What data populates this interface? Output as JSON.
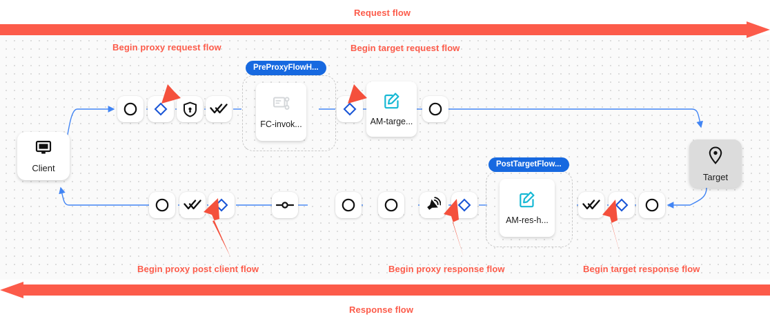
{
  "banners": {
    "top": {
      "label": "Request flow",
      "direction": "right",
      "color": "#fc5b4a"
    },
    "bottom": {
      "label": "Response flow",
      "direction": "left",
      "color": "#fc5b4a"
    }
  },
  "endpoints": [
    {
      "id": "client",
      "label": "Client",
      "icon": "monitor-icon"
    },
    {
      "id": "target",
      "label": "Target",
      "icon": "location-pin-icon"
    }
  ],
  "annotations": [
    {
      "id": "begin-proxy-request-flow",
      "label": "Begin proxy request flow"
    },
    {
      "id": "begin-target-request-flow",
      "label": "Begin target request flow"
    },
    {
      "id": "begin-proxy-post-client-flow",
      "label": "Begin proxy post client flow"
    },
    {
      "id": "begin-proxy-response-flow",
      "label": "Begin proxy response flow"
    },
    {
      "id": "begin-target-response-flow",
      "label": "Begin target response flow"
    }
  ],
  "groups": [
    {
      "id": "pre-proxy-flow-hook",
      "chip": "PreProxyFlowH..."
    },
    {
      "id": "post-target-flow-hook",
      "chip": "PostTargetFlow..."
    }
  ],
  "cards": [
    {
      "id": "fc-invoke",
      "label": "FC-invok...",
      "icon": "flow-callout-icon",
      "icon_color": "#d4d7da"
    },
    {
      "id": "am-target",
      "label": "AM-targe...",
      "icon": "edit-square-icon",
      "icon_color": "#16b8d4"
    },
    {
      "id": "am-res-h",
      "label": "AM-res-h...",
      "icon": "edit-square-icon",
      "icon_color": "#16b8d4"
    }
  ],
  "request_row": [
    {
      "id": "rq-1",
      "icon": "circle-ring-icon"
    },
    {
      "id": "rq-2",
      "icon": "diamond-icon"
    },
    {
      "id": "rq-3",
      "icon": "shield-lock-icon"
    },
    {
      "id": "rq-4",
      "icon": "double-check-icon"
    },
    {
      "id": "rq-5",
      "icon": "diamond-icon"
    },
    {
      "id": "rq-6",
      "icon": "circle-ring-icon"
    }
  ],
  "response_row": [
    {
      "id": "rs-1",
      "icon": "circle-ring-icon"
    },
    {
      "id": "rs-2",
      "icon": "double-check-icon"
    },
    {
      "id": "rs-3",
      "icon": "diamond-icon"
    },
    {
      "id": "rs-4",
      "icon": "node-point-icon"
    },
    {
      "id": "rs-5",
      "icon": "circle-ring-icon"
    },
    {
      "id": "rs-6",
      "icon": "circle-ring-icon"
    },
    {
      "id": "rs-7",
      "icon": "broadcast-icon"
    },
    {
      "id": "rs-8",
      "icon": "diamond-icon"
    },
    {
      "id": "rs-9",
      "icon": "double-check-icon"
    },
    {
      "id": "rs-10",
      "icon": "diamond-icon"
    },
    {
      "id": "rs-11",
      "icon": "circle-ring-icon"
    }
  ],
  "colors": {
    "accent_red": "#fc5b4a",
    "edge_blue": "#4285f4",
    "chip_blue": "#1769e0",
    "diamond_blue": "#1a56d6",
    "canvas": "#fafafa",
    "target_fill": "#dcdcdc"
  }
}
